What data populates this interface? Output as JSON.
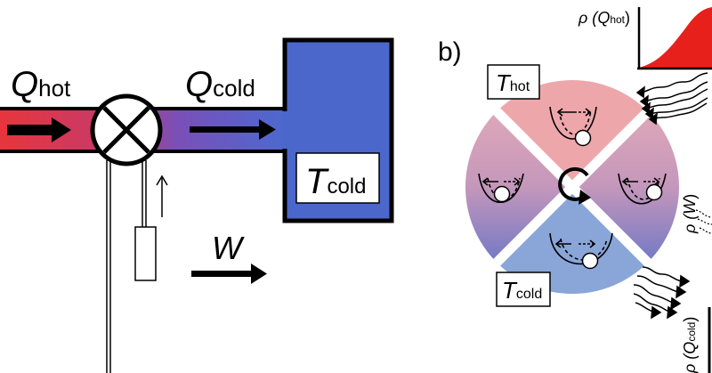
{
  "panel_a": {
    "q_hot": {
      "symbol": "Q",
      "sub": "hot"
    },
    "q_cold": {
      "symbol": "Q",
      "sub": "cold"
    },
    "t_cold": {
      "symbol": "T",
      "sub": "cold"
    },
    "work": {
      "symbol": "W"
    },
    "colors": {
      "hot": "#e8353a",
      "cold": "#4a6ad0",
      "reservoir": "#4b67cc"
    }
  },
  "panel_b": {
    "label": "b)",
    "t_hot": {
      "symbol": "T",
      "sub": "hot"
    },
    "t_cold": {
      "symbol": "T",
      "sub": "cold"
    },
    "rho_q_hot": {
      "prefix": "ρ (",
      "symbol": "Q",
      "sub": "hot",
      "suffix": ")"
    },
    "rho_w": {
      "prefix": "ρ (",
      "symbol": "W",
      "suffix": ")"
    },
    "rho_q_cold": {
      "prefix": "ρ (",
      "symbol": "Q",
      "sub": "cold",
      "suffix": ")"
    },
    "colors": {
      "hot_sector": "#eda7ab",
      "cold_sector": "#8aa6d8",
      "distribution": "#e8201b"
    }
  }
}
